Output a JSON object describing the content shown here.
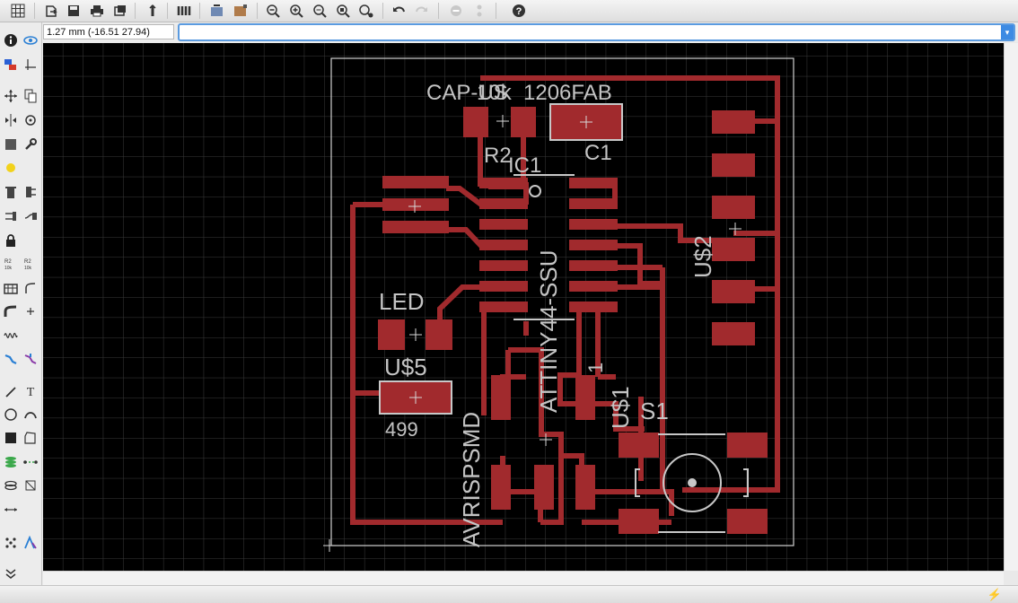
{
  "coordinate_display": "1.27 mm (-16.51 27.94)",
  "command_input": {
    "value": "",
    "placeholder": ""
  },
  "toolbar_icons": [
    "grid-icon",
    "open-icon",
    "save-icon",
    "print-icon",
    "cam-processor-icon",
    "run-script-icon",
    "layers-icon",
    "board-icon",
    "schematic-icon",
    "zoom-out-icon",
    "zoom-in-icon",
    "zoom-fit-icon",
    "zoom-select-icon",
    "zoom-redraw-icon",
    "undo-icon",
    "redo-icon",
    "stop-icon",
    "go-icon",
    "help-icon"
  ],
  "sidebar_icons": [
    "info-icon",
    "show-icon",
    "display-icon",
    "mark-icon",
    "move-icon",
    "copy-icon",
    "mirror-icon",
    "rotate-icon",
    "group-icon",
    "change-icon",
    "paste-icon",
    "delete-icon",
    "add-icon",
    "replace-icon",
    "lock-icon",
    "name-icon",
    "value-icon",
    "smash-icon",
    "miter-icon",
    "split-icon",
    "optimize-icon",
    "route-icon",
    "ripup-icon",
    "wire-icon",
    "text-icon",
    "circle-icon",
    "arc-icon",
    "rect-icon",
    "polygon-icon",
    "via-icon",
    "signal-icon",
    "hole-icon",
    "attribute-icon",
    "dimension-icon",
    "ratsnest-icon",
    "autorouter-icon",
    "more-icon"
  ],
  "colors": {
    "background": "#000000",
    "grid": "#3c3c3c",
    "copper": "#a12a2d",
    "outline": "#d0d0d0",
    "labels": "#c4c4c4"
  },
  "board_labels": {
    "cap_name": "CAP-US",
    "cap_value": "10k",
    "res_value": "1206FAB",
    "r2": "R2",
    "c1": "C1",
    "ic1": "IC1",
    "ic1_value": "ATTINY44-SSU",
    "u2": "U$2",
    "led": "LED",
    "u5": "U$5",
    "r499": "499",
    "avrisp": "AVRISPSMD",
    "pin1": "1",
    "u1": "U$1",
    "s1": "S1"
  }
}
